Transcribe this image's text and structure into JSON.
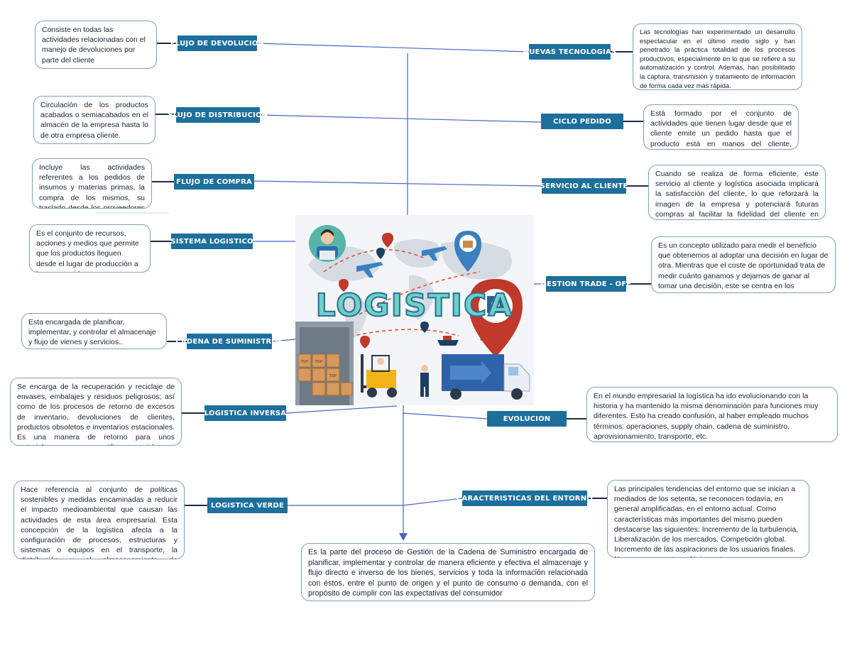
{
  "labels": {
    "flujo_devolucion": "FLUJO DE DEVOLUCION",
    "flujo_distribucion": "FLUJO DE DISTRIBUCION",
    "flujo_compra": "FLUJO DE COMPRA",
    "sistema_logistico": "SISTEMA LOGISTICO",
    "cadena_suministros": "CADENA DE SUMINISTROS",
    "logistica_inversa": "LOGISTICA INVERSA",
    "logistica_verde": "LOGISTICA VERDE",
    "nuevas_tecnologias": "NUEVAS TECNOLOGIAS",
    "ciclo_pedido": "CICLO PEDIDO",
    "servicio_cliente": "SERVICIO AL CLIENTE",
    "gestion_trade_off": "GESTION TRADE - OFF",
    "evolucion": "EVOLUCION",
    "caracteristicas_entorno": "CARACTERISTICAS DEL ENTORNO"
  },
  "texts": {
    "flujo_devolucion": "Consiste en todas las actividades relacionadas con el manejo de devoluciones por parte del cliente",
    "flujo_distribucion": "Circulación de los productos acabados o semiacabados en el almacén de la empresa hasta lo de otra empresa cliente.",
    "flujo_compra": "Incluye las actividades referentes a los pedidos de insumos y materias primas, la compra de los mismos, su traslado desde los proveedores hasta la empresa.",
    "sistema_logistico": "Es el conjunto de recursos, acciones y medios que permite que los productos lleguen desde el lugar de producción a los consumidores.",
    "cadena_suministros": "Esta encargada de planificar, implementar, y controlar el almacenaje y flujo de vienes y servicios..",
    "logistica_inversa": "Se encarga de la recuperación y reciclaje de envases, embalajes y residuos peligrosos; así como de los procesos de retorno de excesos de inventario, devoluciones de clientes, productos obsoletos e inventarios estacionales. Es una manera de retorno para unos materiales que se reutilizan, reciclan o destruyen.",
    "logistica_verde": "Hace referencia al conjunto de políticas sostenibles y medidas encaminadas a reducir el impacto medioambiental que causan las actividades de esta área empresarial. Esta concepción de la logística afecta a la configuración de procesos, estructuras y sistemas o equipos en el transporte, la distribución y el almacenamiento de mercancías.",
    "nuevas_tecnologias": "Las tecnologías han experimentado un desarrollo espectacular en el último medio siglo y han penetrado la práctica totalidad de los procesos productivos, especialmente en lo que se refiere a su automatización y control. Además, han posibilitado la captura, transmisión y tratamiento de información de forma cada vez más rápida.",
    "ciclo_pedido": "Está formado por el conjunto de actividades que tienen lugar desde que el cliente emite un pedido hasta que el producto está en manos del cliente, disponible para su uso",
    "servicio_cliente": "Cuando se realiza de forma eficiente, este servicio al cliente y logística asociada implicará la satisfacción del cliente, lo que reforzará la imagen de la empresa y potenciará futuras compras al facilitar la fidelidad del cliente en cuestión.",
    "gestion_trade_off": "Es un concepto utilizado para medir el beneficio que obtenemos al adoptar una decisión en lugar de otra. Mientras que el coste de oportunidad trata de medir cuánto ganamos y dejamos de ganar al tomar una decisión, este se centra en los beneficios que obtenemos al adoptar una decisión en lugar de otra..",
    "evolucion": "En el mundo empresarial la logística ha ido evolucionando con la historia y ha mantenido la misma denominación para funciones muy diferentes. Esto ha creado confusión, al haber empleado muchos términos: operaciones, supply chain, cadena de suministro, aprovisionamiento, transporte, etc.",
    "caracteristicas_entorno": "Las principales tendencias del entorno que se inician a mediados de los setenta, se reconocen todavía, en general amplificadas, en el entorno actual. Como características más importantes del mismo pueden destacarse las siguientes: Incremento de la turbulencia, Liberalización de los mercados. Competición global. Incremento de las aspiraciones de los usuarios finales. Nuevos recursos tecnológicos etc.",
    "definicion": "Es la parte del proceso de Gestión de la Cadena de Suministro encargada de planificar, implementar y controlar de manera eficiente y efectiva el almacenaje y flujo directo e inverso de los bienes, servicios y toda la información relacionada con éstos, entre el punto de origen y el punto de consumo o demanda, con el propósito de cumplir con las expectativas del consumidor"
  },
  "hero": {
    "title": "LOGISTICA",
    "box_marks": [
      "TOP",
      "TOP",
      "TOP"
    ]
  },
  "colors": {
    "label_bg": "#1d6f9c",
    "connector": "#1f2a44",
    "spine": "#4a63c8",
    "box_border": "#7fa0b8"
  }
}
